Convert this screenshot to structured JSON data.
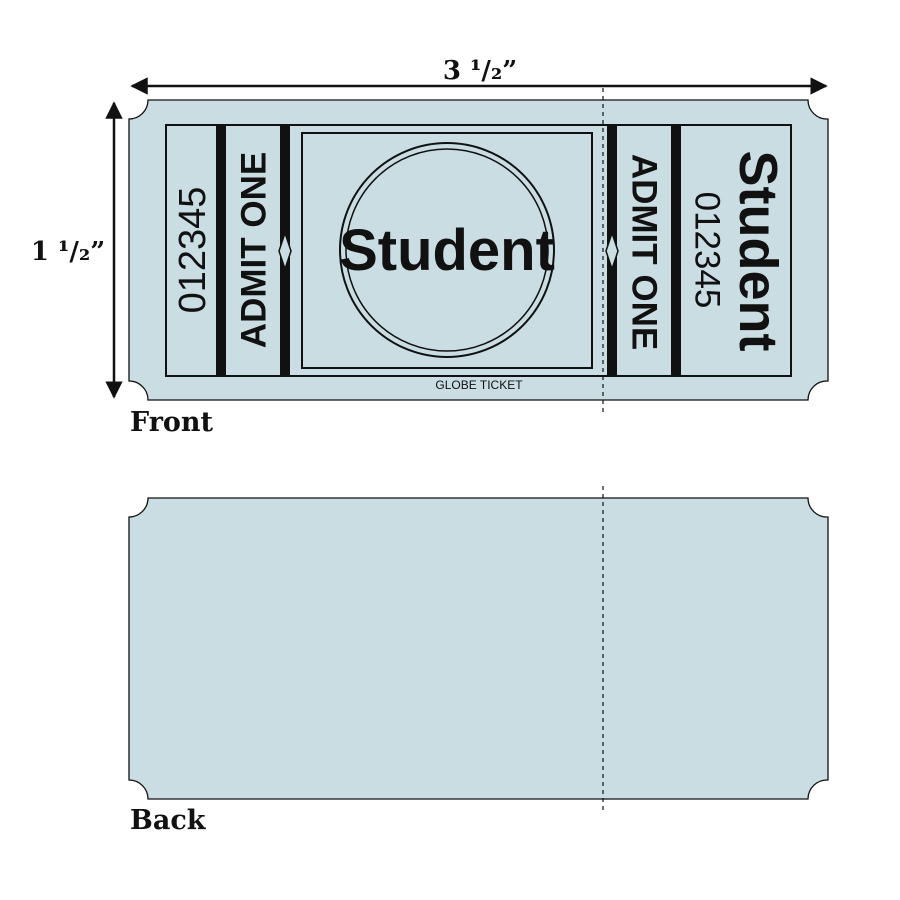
{
  "dimensions": {
    "width_label": "3 ¹/₂”",
    "height_label": "1 ¹/₂”"
  },
  "front": {
    "caption": "Front",
    "serial_left": "012345",
    "admit_left": "ADMIT ONE",
    "main_text": "Student",
    "brand": "GLOBE TICKET",
    "admit_right": "ADMIT ONE",
    "serial_right": "012345",
    "stub_text": "Student"
  },
  "back": {
    "caption": "Back"
  },
  "colors": {
    "ticket_fill": "#c9dde3",
    "ink": "#111111"
  }
}
